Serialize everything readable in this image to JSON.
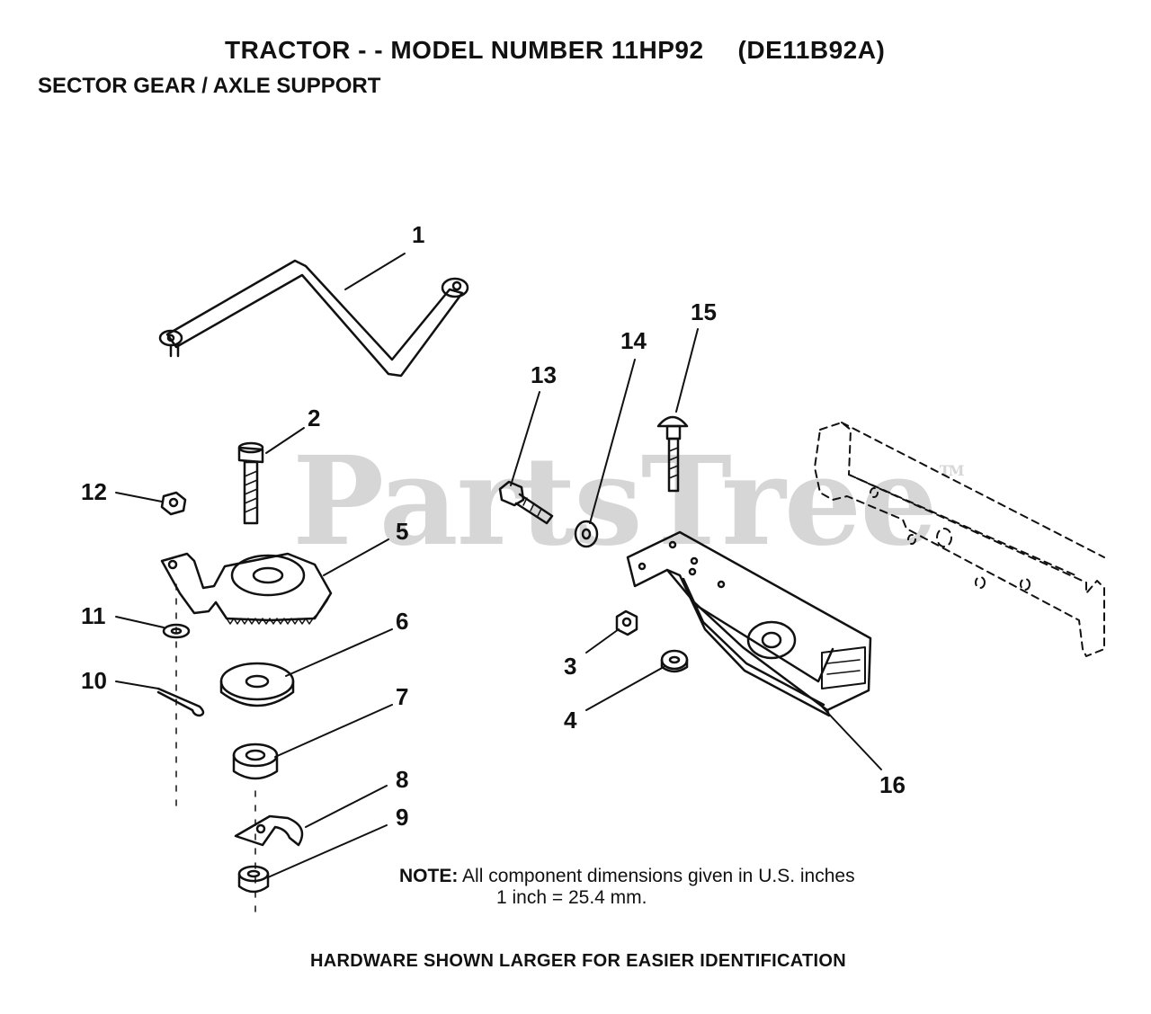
{
  "header": {
    "title": "TRACTOR - - MODEL NUMBER 11HP92",
    "model_code": "(DE11B92A)",
    "subtitle": "SECTOR GEAR / AXLE SUPPORT"
  },
  "watermark": {
    "text": "PartsTree",
    "mark": "TM"
  },
  "callouts": [
    "1",
    "2",
    "3",
    "4",
    "5",
    "6",
    "7",
    "8",
    "9",
    "10",
    "11",
    "12",
    "13",
    "14",
    "15",
    "16"
  ],
  "note": {
    "label": "NOTE:",
    "line1": "All component dimensions given in U.S. inches",
    "line2": "1 inch = 25.4 mm."
  },
  "footer": {
    "hardware": "HARDWARE SHOWN LARGER FOR EASIER IDENTIFICATION"
  }
}
